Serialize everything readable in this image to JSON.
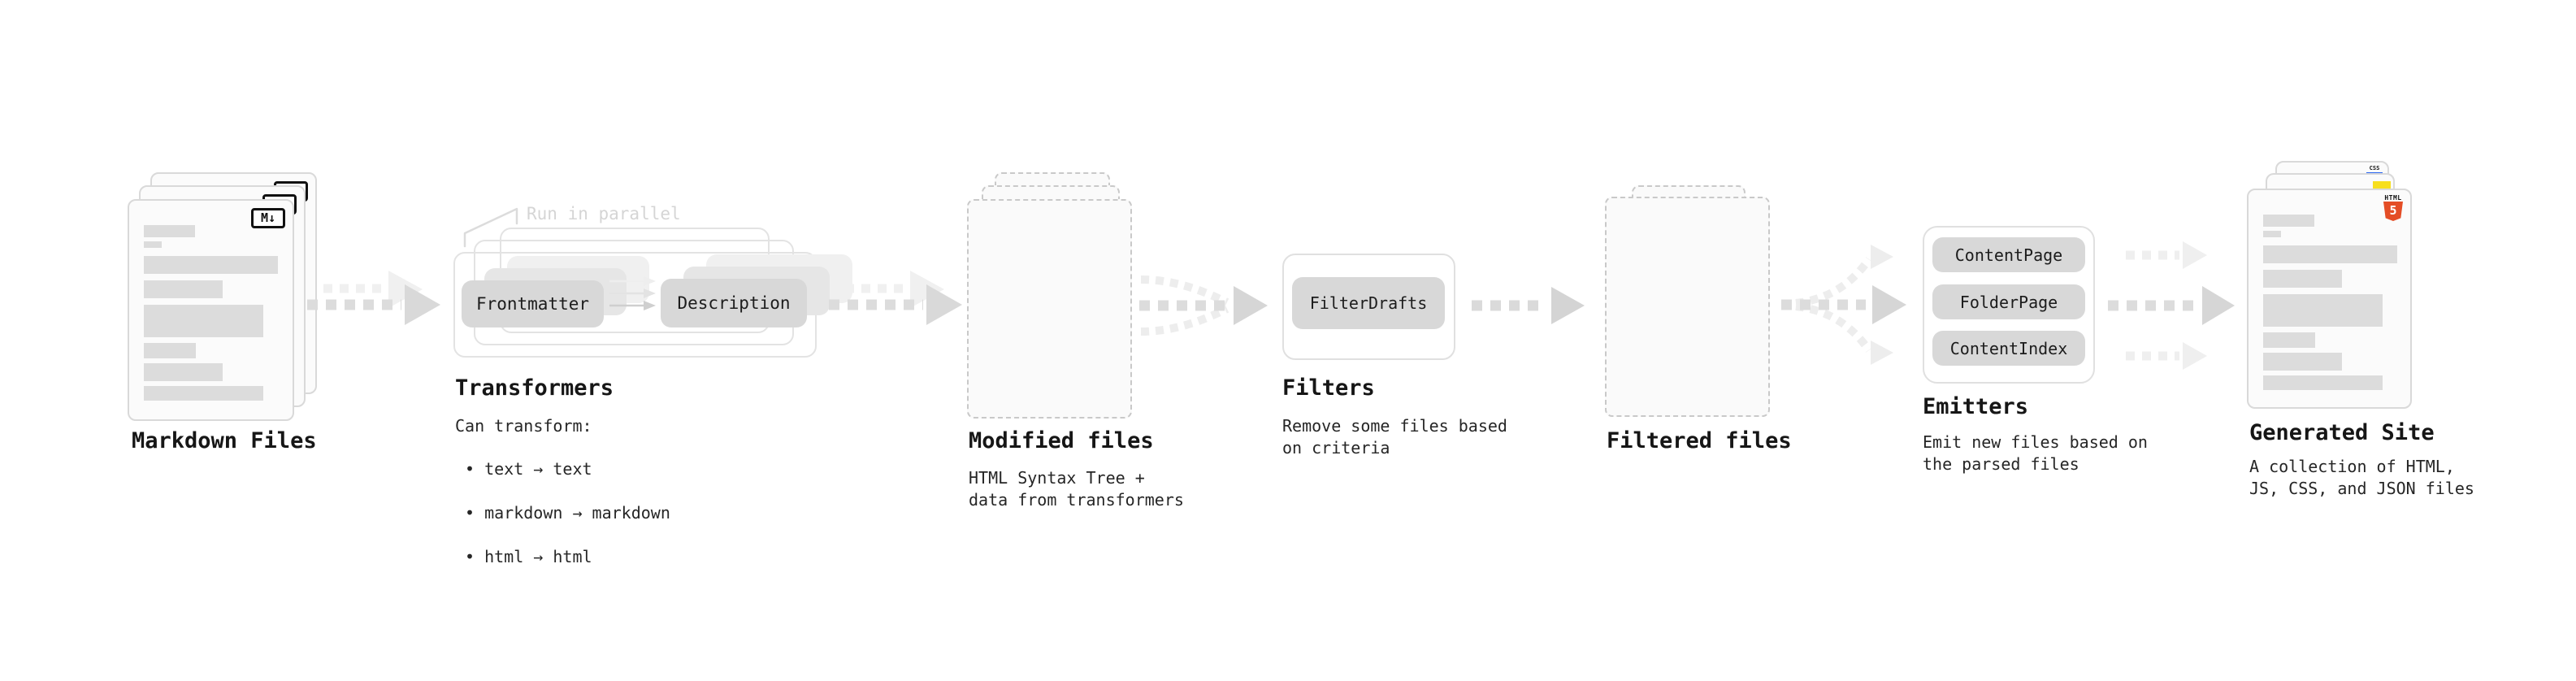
{
  "sections": {
    "markdown_files": {
      "label": "Markdown Files",
      "badge": "M↓"
    },
    "transformers": {
      "label": "Transformers",
      "annotation": "Run in parallel",
      "input_pill": "Frontmatter",
      "output_pill": "Description",
      "desc_heading": "Can transform:",
      "bullets": [
        "text → text",
        "markdown → markdown",
        "html → html"
      ]
    },
    "modified_files": {
      "label": "Modified files",
      "desc": "HTML Syntax Tree +\ndata from transformers"
    },
    "filters": {
      "label": "Filters",
      "pill": "FilterDrafts",
      "desc": "Remove some files based\non criteria"
    },
    "filtered_files": {
      "label": "Filtered files"
    },
    "emitters": {
      "label": "Emitters",
      "pills": [
        "ContentPage",
        "FolderPage",
        "ContentIndex"
      ],
      "desc": "Emit new files based on\nthe parsed files"
    },
    "generated_site": {
      "label": "Generated Site",
      "badge_css": "CSS",
      "badge_html": "HTML",
      "badge_html_number": "5",
      "desc": "A collection of HTML,\nJS, CSS, and JSON files"
    }
  }
}
